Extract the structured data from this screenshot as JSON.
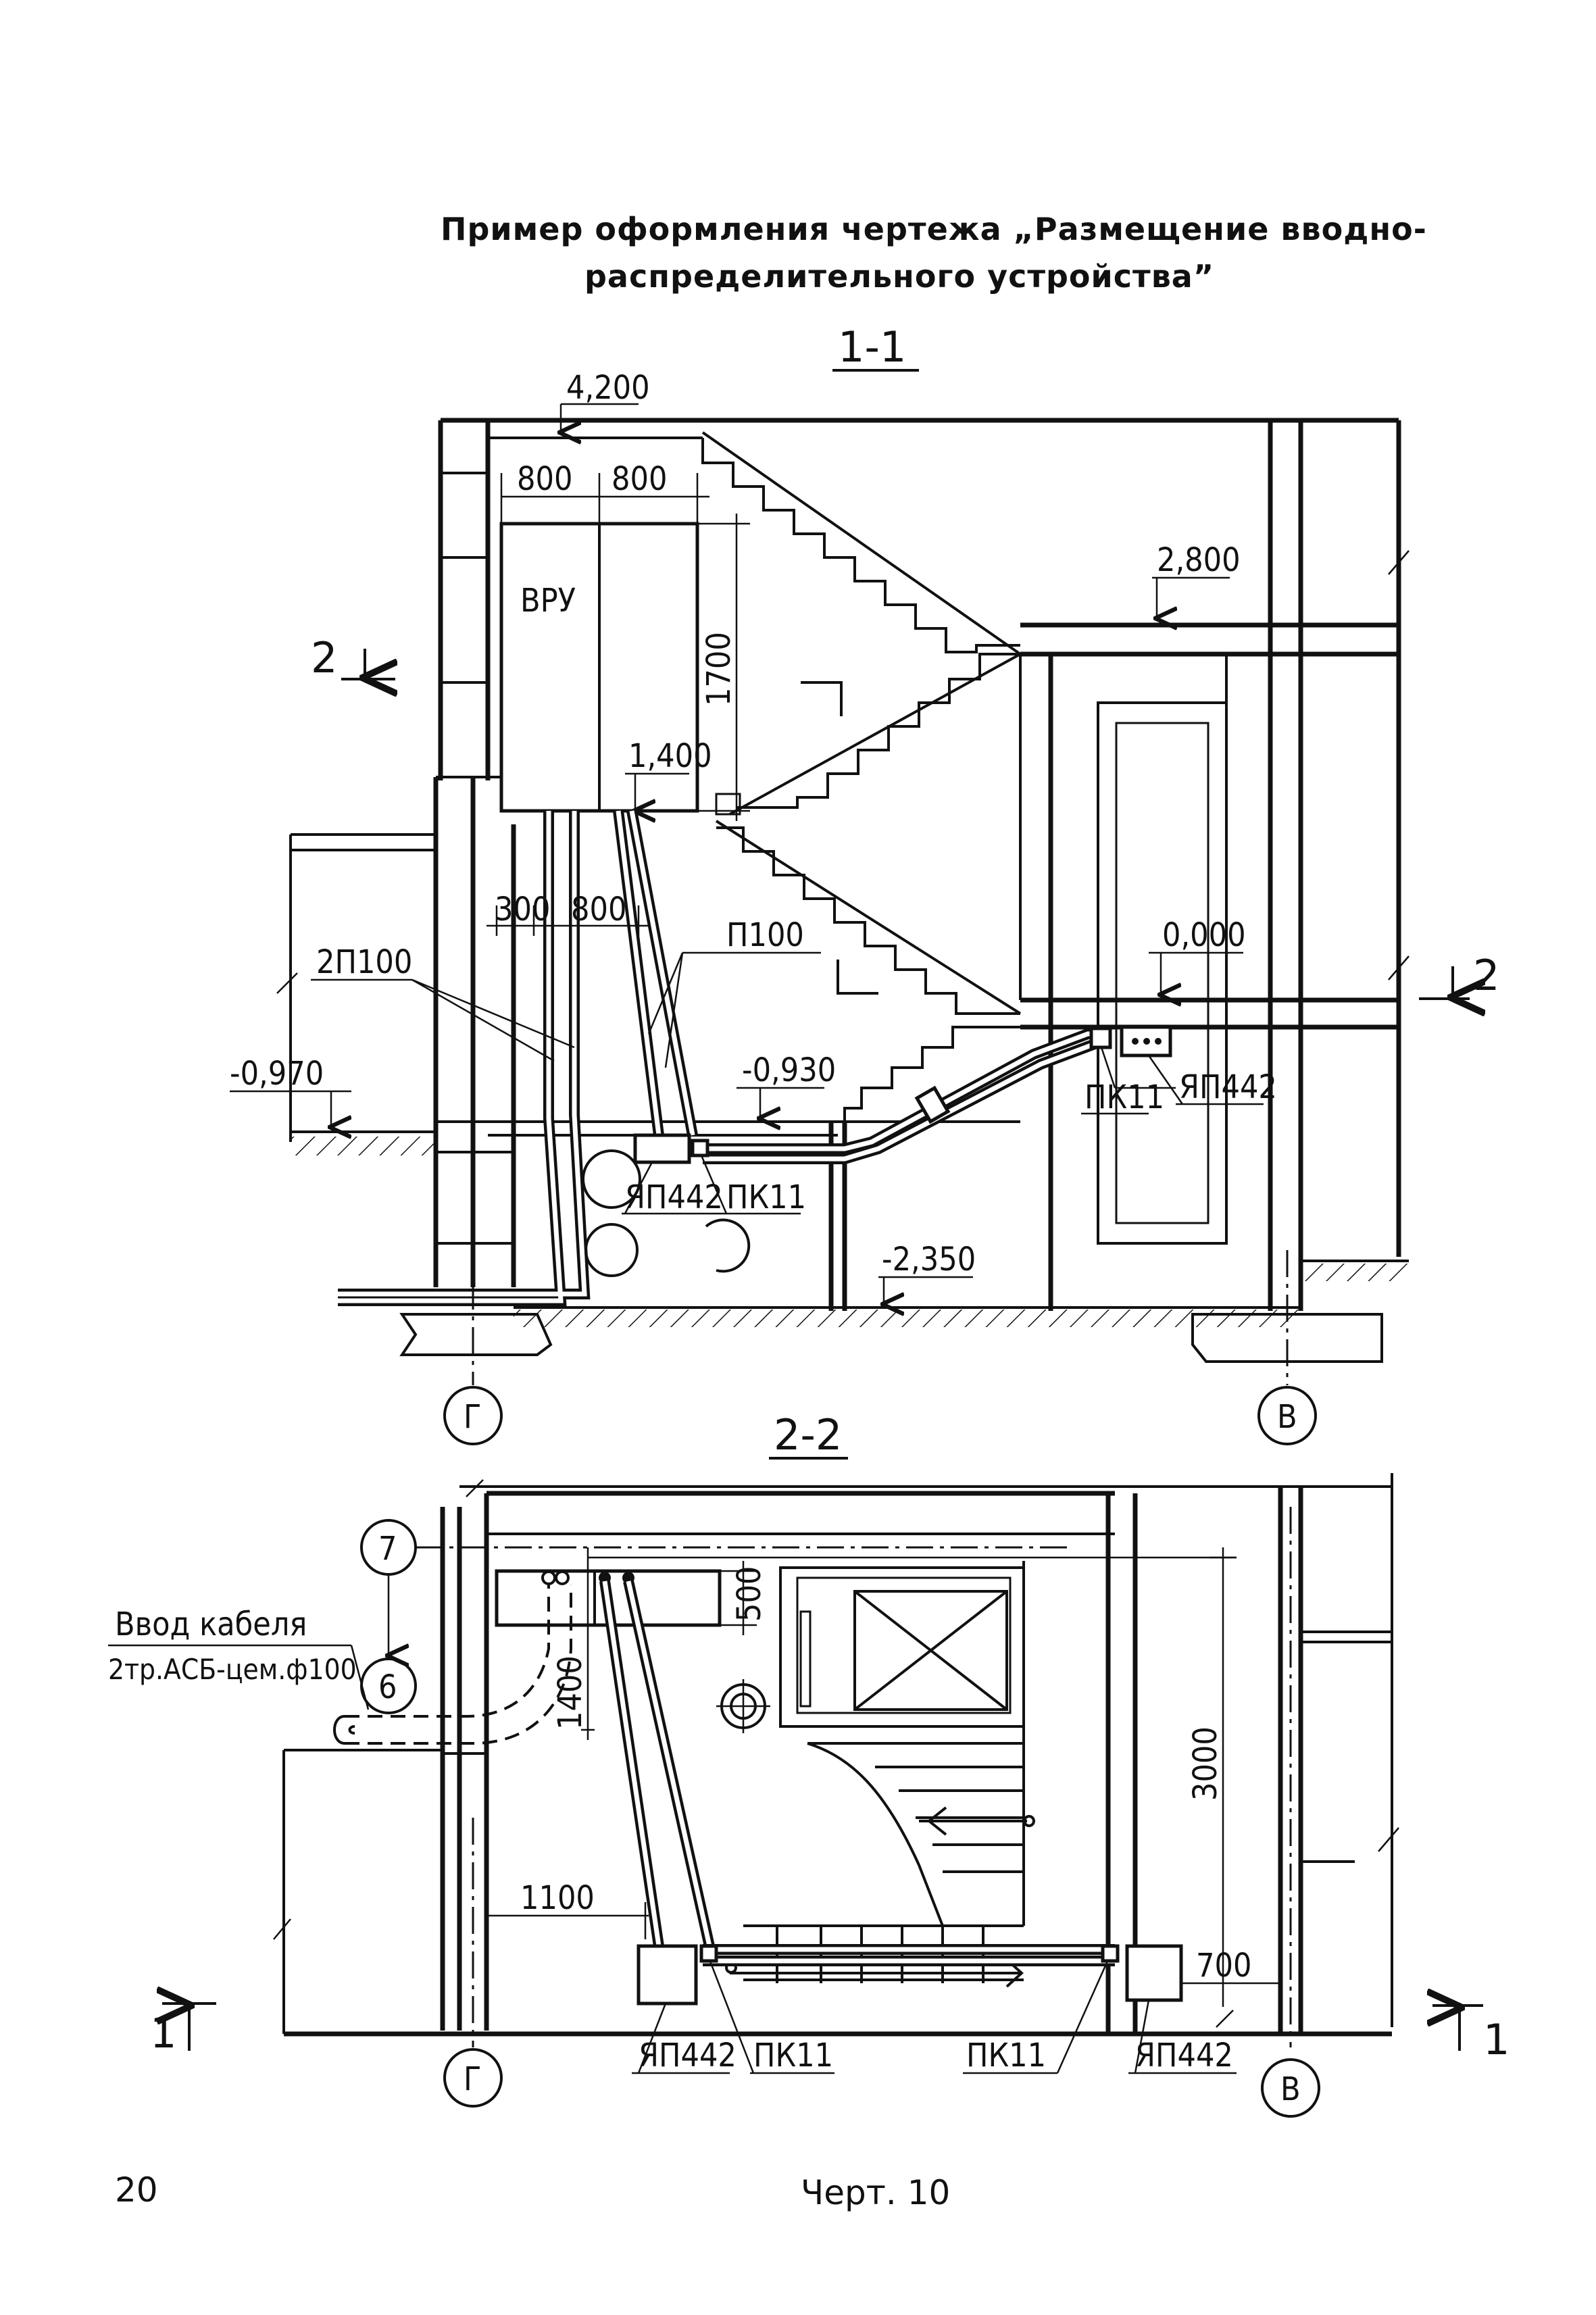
{
  "title": {
    "line1": "Пример оформления чертежа „Размещение вводно-",
    "line2": "распределительного устройства”"
  },
  "section_1_1": {
    "heading": "1-1",
    "elev_top": "4,200",
    "elev_2800": "2,800",
    "elev_1400": "1,400",
    "elev_0000": "0,000",
    "elev_m0930": "-0,930",
    "elev_m0970": "-0,970",
    "elev_m2350": "-2,350",
    "dim_800_a": "800",
    "dim_800_b": "800",
    "dim_1700": "1700",
    "dim_300": "300",
    "dim_800_c": "800",
    "vru": "ВРУ",
    "cut_2_left": "2",
    "cut_2_right": "2",
    "pipe_2p100": "2П100",
    "pipe_p100": "П100",
    "yap_left": "ЯП442",
    "pk_left": "ПК11",
    "pk_right": "ПК11",
    "yap_right": "ЯП442",
    "axis_g": "Г",
    "axis_v": "В"
  },
  "section_2_2": {
    "heading": "2-2",
    "axis_7": "7",
    "axis_6": "6",
    "cable_line1": "Ввод кабеля",
    "cable_line2": "2тр.АСБ-цем.ф100",
    "dim_500": "500",
    "dim_1400": "1400",
    "dim_3000": "3000",
    "dim_1100": "1100",
    "dim_700": "700",
    "yap_left": "ЯП442",
    "pk_left": "ПК11",
    "pk_right": "ПК11",
    "yap_right": "ЯП442",
    "cut_1_left": "1",
    "cut_1_right": "1",
    "axis_g": "Г",
    "axis_v": "В"
  },
  "footer": {
    "page_number": "20",
    "drawing_label": "Черт. 10"
  }
}
